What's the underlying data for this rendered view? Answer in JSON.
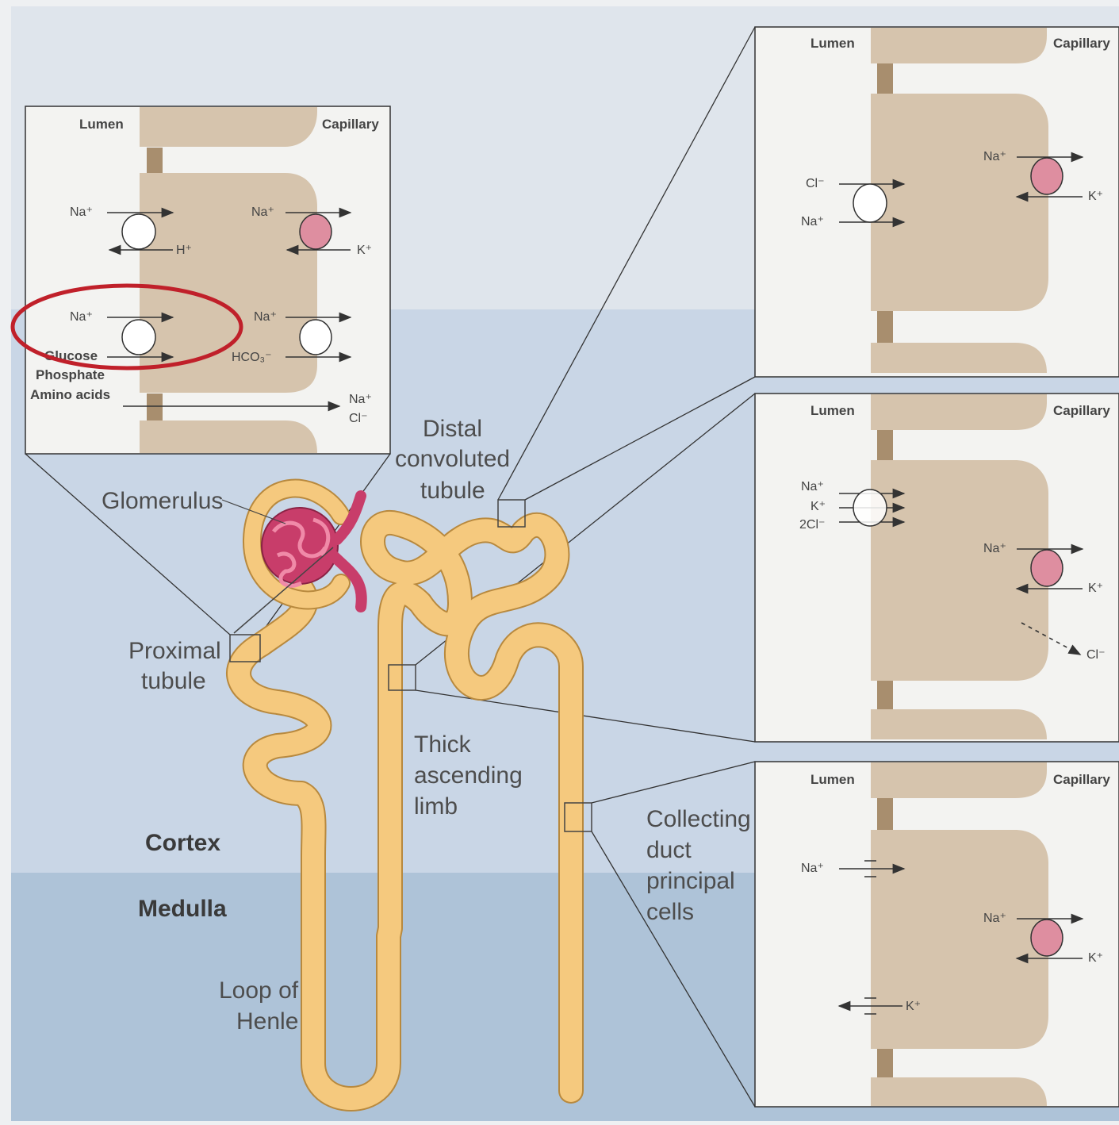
{
  "labels": {
    "glomerulus": "Glomerulus",
    "proximal_1": "Proximal",
    "proximal_2": "tubule",
    "distal_1": "Distal",
    "distal_2": "convoluted",
    "distal_3": "tubule",
    "thick_1": "Thick",
    "thick_2": "ascending",
    "thick_3": "limb",
    "collecting_1": "Collecting",
    "collecting_2": "duct",
    "collecting_3": "principal",
    "collecting_4": "cells",
    "loop_1": "Loop of",
    "loop_2": "Henle",
    "cortex": "Cortex",
    "medulla": "Medulla"
  },
  "proximal_panel": {
    "lumen": "Lumen",
    "capillary": "Capillary",
    "na1": "Na⁺",
    "h": "H⁺",
    "na2": "Na⁺",
    "k": "K⁺",
    "na3": "Na⁺",
    "glucose": "Glucose",
    "phosphate": "Phosphate",
    "amino": "Amino acids",
    "na4": "Na⁺",
    "hco3": "HCO₃⁻",
    "na5": "Na⁺",
    "cl": "Cl⁻"
  },
  "distal_panel": {
    "lumen": "Lumen",
    "capillary": "Capillary",
    "cl": "Cl⁻",
    "na1": "Na⁺",
    "na2": "Na⁺",
    "k": "K⁺"
  },
  "thick_panel": {
    "lumen": "Lumen",
    "capillary": "Capillary",
    "na1": "Na⁺",
    "k1": "K⁺",
    "cl2": "2Cl⁻",
    "na2": "Na⁺",
    "k2": "K⁺",
    "cl": "Cl⁻"
  },
  "collecting_panel": {
    "lumen": "Lumen",
    "capillary": "Capillary",
    "na1": "Na⁺",
    "k1": "K⁺",
    "na2": "Na⁺",
    "k2": "K⁺"
  },
  "colors": {
    "cell": "#d6c4ad",
    "tubule": "#f5c97e",
    "tubule_stroke": "#b8893e",
    "pump": "#de8ea0",
    "highlight": "#c0202a",
    "glomerulus": "#c83d6a",
    "cortex_bg": "#c9d6e6",
    "medulla_bg": "#aec3d8"
  }
}
